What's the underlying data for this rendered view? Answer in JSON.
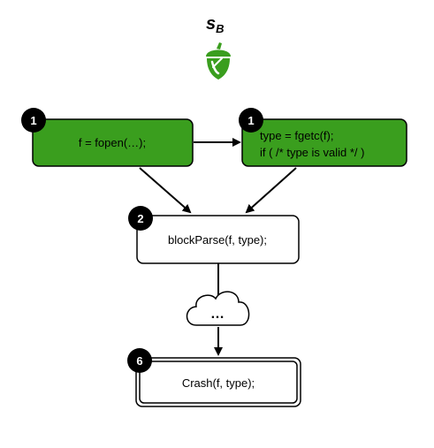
{
  "title": {
    "main": "s",
    "subscript": "B"
  },
  "colors": {
    "green": "#3a9e1e",
    "green_dark": "#2a6f15",
    "stroke": "#000000",
    "badge": "#000000",
    "white": "#ffffff"
  },
  "icons": {
    "logo": "acorn-icon",
    "cloud": "cloud-icon"
  },
  "nodes": {
    "fopen": {
      "badge": "1",
      "lines": [
        "f = fopen(…);"
      ]
    },
    "fgetc": {
      "badge": "1",
      "lines": [
        "type = fgetc(f);",
        "if  ( /* type is valid */ )"
      ]
    },
    "blockparse": {
      "badge": "2",
      "lines": [
        "blockParse(f, type);"
      ]
    },
    "crash": {
      "badge": "6",
      "lines": [
        "Crash(f, type);"
      ]
    }
  },
  "cloud": {
    "label": "…"
  }
}
